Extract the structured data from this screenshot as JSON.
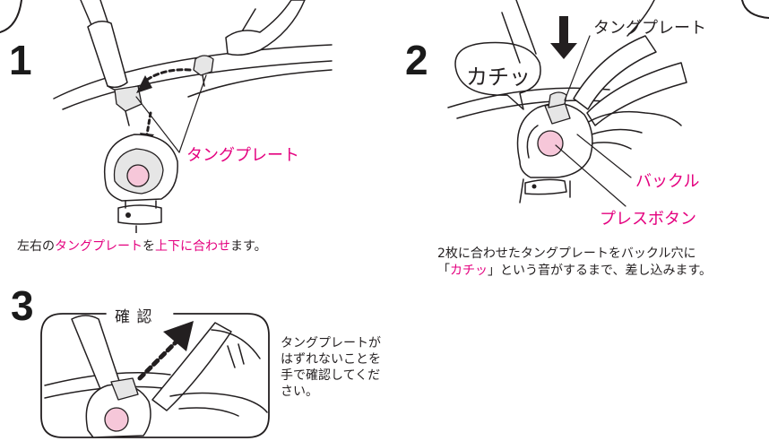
{
  "steps": [
    {
      "number": "1",
      "label_tongue_plate": "タングプレート",
      "caption": {
        "part1": "左右の",
        "part2": "タングプレート",
        "part3": "を",
        "part4": "上下に合わせ",
        "part5": "ます。"
      }
    },
    {
      "number": "2",
      "bubble": "カチッ",
      "label_tongue_plate": "タングプレート",
      "label_buckle": "バックル",
      "label_press_button": "プレスボタン",
      "caption": {
        "line1": "2枚に合わせたタングプレートをバックル穴に",
        "line2_open": "「",
        "line2_click": "カチッ",
        "line2_rest": "」という音がするまで、差し込みます。"
      }
    },
    {
      "number": "3",
      "frame_title": "確 認",
      "caption_lines": [
        "タングプレートが",
        "はずれないことを",
        "手で確認してくだ",
        "さい。"
      ]
    }
  ],
  "colors": {
    "accent_pink": "#e4007f",
    "button_pink": "#f6c7d9",
    "line": "#231f20",
    "arrow": "#231f20"
  },
  "icons": [
    "arrow-curved-icon",
    "arrow-down-icon",
    "arrow-dashed-diagonal-icon"
  ]
}
